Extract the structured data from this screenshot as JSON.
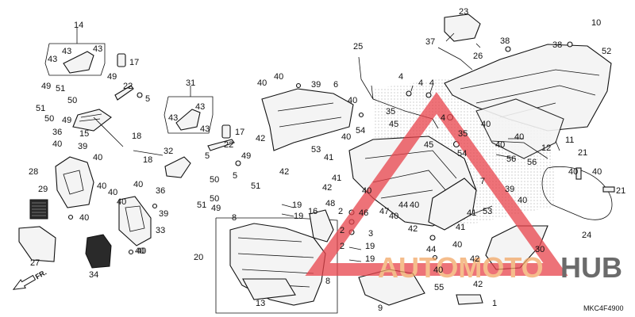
{
  "diagram": {
    "code": "MKC4F4900",
    "front_arrow": "FR.",
    "watermark": {
      "word1": "AUTOMOTO",
      "word2": "HUB",
      "color1": "#f2a766",
      "color2": "#3a3a3a",
      "triangle": "#e8434b"
    },
    "labels": [
      {
        "id": "l14",
        "text": "14"
      },
      {
        "id": "l43a",
        "text": "43"
      },
      {
        "id": "l43b",
        "text": "43"
      },
      {
        "id": "l43c",
        "text": "43"
      },
      {
        "id": "l17a",
        "text": "17"
      },
      {
        "id": "l49a",
        "text": "49"
      },
      {
        "id": "l49b",
        "text": "49"
      },
      {
        "id": "l51a",
        "text": "51"
      },
      {
        "id": "l51b",
        "text": "51"
      },
      {
        "id": "l22a",
        "text": "22"
      },
      {
        "id": "l5a",
        "text": "5"
      },
      {
        "id": "l50a",
        "text": "50"
      },
      {
        "id": "l50b",
        "text": "50"
      },
      {
        "id": "l49c",
        "text": "49"
      },
      {
        "id": "l36a",
        "text": "36"
      },
      {
        "id": "l15",
        "text": "15"
      },
      {
        "id": "l40a",
        "text": "40"
      },
      {
        "id": "l39a",
        "text": "39"
      },
      {
        "id": "l18a",
        "text": "18"
      },
      {
        "id": "l40b",
        "text": "40"
      },
      {
        "id": "l28",
        "text": "28"
      },
      {
        "id": "l40c",
        "text": "40"
      },
      {
        "id": "l29",
        "text": "29"
      },
      {
        "id": "l40d",
        "text": "40"
      },
      {
        "id": "l27",
        "text": "27"
      },
      {
        "id": "l34",
        "text": "34"
      },
      {
        "id": "l40e",
        "text": "40"
      },
      {
        "id": "l31",
        "text": "31"
      },
      {
        "id": "l43d",
        "text": "43"
      },
      {
        "id": "l43e",
        "text": "43"
      },
      {
        "id": "l43f",
        "text": "43"
      },
      {
        "id": "l17b",
        "text": "17"
      },
      {
        "id": "l22b",
        "text": "22"
      },
      {
        "id": "l18b",
        "text": "18"
      },
      {
        "id": "l5b",
        "text": "5"
      },
      {
        "id": "l32",
        "text": "32"
      },
      {
        "id": "l5c",
        "text": "5"
      },
      {
        "id": "l49d",
        "text": "49"
      },
      {
        "id": "l36b",
        "text": "36"
      },
      {
        "id": "l40f",
        "text": "40"
      },
      {
        "id": "l40g",
        "text": "40"
      },
      {
        "id": "l40h",
        "text": "40"
      },
      {
        "id": "l50c",
        "text": "50"
      },
      {
        "id": "l51c",
        "text": "51"
      },
      {
        "id": "l50d",
        "text": "50"
      },
      {
        "id": "l49e",
        "text": "49"
      },
      {
        "id": "l51d",
        "text": "51"
      },
      {
        "id": "l39b",
        "text": "39"
      },
      {
        "id": "l33",
        "text": "33"
      },
      {
        "id": "l40i",
        "text": "40"
      },
      {
        "id": "l40j",
        "text": "40"
      },
      {
        "id": "l39c",
        "text": "39"
      },
      {
        "id": "l6",
        "text": "6"
      },
      {
        "id": "l42a",
        "text": "42"
      },
      {
        "id": "l42b",
        "text": "42"
      },
      {
        "id": "l53a",
        "text": "53"
      },
      {
        "id": "l40k",
        "text": "40"
      },
      {
        "id": "l25",
        "text": "25"
      },
      {
        "id": "l40l",
        "text": "40"
      },
      {
        "id": "l35a",
        "text": "35"
      },
      {
        "id": "l45a",
        "text": "45"
      },
      {
        "id": "l54a",
        "text": "54"
      },
      {
        "id": "l4a",
        "text": "4"
      },
      {
        "id": "l4b",
        "text": "4"
      },
      {
        "id": "l4c",
        "text": "4"
      },
      {
        "id": "l23",
        "text": "23"
      },
      {
        "id": "l37",
        "text": "37"
      },
      {
        "id": "l26",
        "text": "26"
      },
      {
        "id": "l38a",
        "text": "38"
      },
      {
        "id": "l38b",
        "text": "38"
      },
      {
        "id": "l10",
        "text": "10"
      },
      {
        "id": "l52",
        "text": "52"
      },
      {
        "id": "l4d",
        "text": "4"
      },
      {
        "id": "l35b",
        "text": "35"
      },
      {
        "id": "l45b",
        "text": "45"
      },
      {
        "id": "l54b",
        "text": "54"
      },
      {
        "id": "l40m",
        "text": "40"
      },
      {
        "id": "l41a",
        "text": "41"
      },
      {
        "id": "l41b",
        "text": "41"
      },
      {
        "id": "l42c",
        "text": "42"
      },
      {
        "id": "l40n",
        "text": "40"
      },
      {
        "id": "l47",
        "text": "47"
      },
      {
        "id": "l40o",
        "text": "40"
      },
      {
        "id": "l44a",
        "text": "44"
      },
      {
        "id": "l40p",
        "text": "40"
      },
      {
        "id": "l7",
        "text": "7"
      },
      {
        "id": "l40q",
        "text": "40"
      },
      {
        "id": "l40r",
        "text": "40"
      },
      {
        "id": "l40s",
        "text": "40"
      },
      {
        "id": "l11",
        "text": "11"
      },
      {
        "id": "l12",
        "text": "12"
      },
      {
        "id": "l56a",
        "text": "56"
      },
      {
        "id": "l56b",
        "text": "56"
      },
      {
        "id": "l21a",
        "text": "21"
      },
      {
        "id": "l40t",
        "text": "40"
      },
      {
        "id": "l40u",
        "text": "40"
      },
      {
        "id": "l21b",
        "text": "21"
      },
      {
        "id": "l39d",
        "text": "39"
      },
      {
        "id": "l40v",
        "text": "40"
      },
      {
        "id": "l53b",
        "text": "53"
      },
      {
        "id": "l41c",
        "text": "41"
      },
      {
        "id": "l41d",
        "text": "41"
      },
      {
        "id": "l42d",
        "text": "42"
      },
      {
        "id": "l40w",
        "text": "40"
      },
      {
        "id": "l24",
        "text": "24"
      },
      {
        "id": "l30",
        "text": "30"
      },
      {
        "id": "l42e",
        "text": "42"
      },
      {
        "id": "l44b",
        "text": "44"
      },
      {
        "id": "l40x",
        "text": "40"
      },
      {
        "id": "l55",
        "text": "55"
      },
      {
        "id": "l42f",
        "text": "42"
      },
      {
        "id": "l1",
        "text": "1"
      },
      {
        "id": "l9",
        "text": "9"
      },
      {
        "id": "l2a",
        "text": "2"
      },
      {
        "id": "l46",
        "text": "46"
      },
      {
        "id": "l2b",
        "text": "2"
      },
      {
        "id": "l3",
        "text": "3"
      },
      {
        "id": "l2c",
        "text": "2"
      },
      {
        "id": "l19a",
        "text": "19"
      },
      {
        "id": "l19b",
        "text": "19"
      },
      {
        "id": "l19c",
        "text": "19"
      },
      {
        "id": "l19d",
        "text": "19"
      },
      {
        "id": "l16",
        "text": "16"
      },
      {
        "id": "l48",
        "text": "48"
      },
      {
        "id": "l8a",
        "text": "8"
      },
      {
        "id": "l8b",
        "text": "8"
      },
      {
        "id": "l20",
        "text": "20"
      },
      {
        "id": "l13",
        "text": "13"
      }
    ]
  }
}
